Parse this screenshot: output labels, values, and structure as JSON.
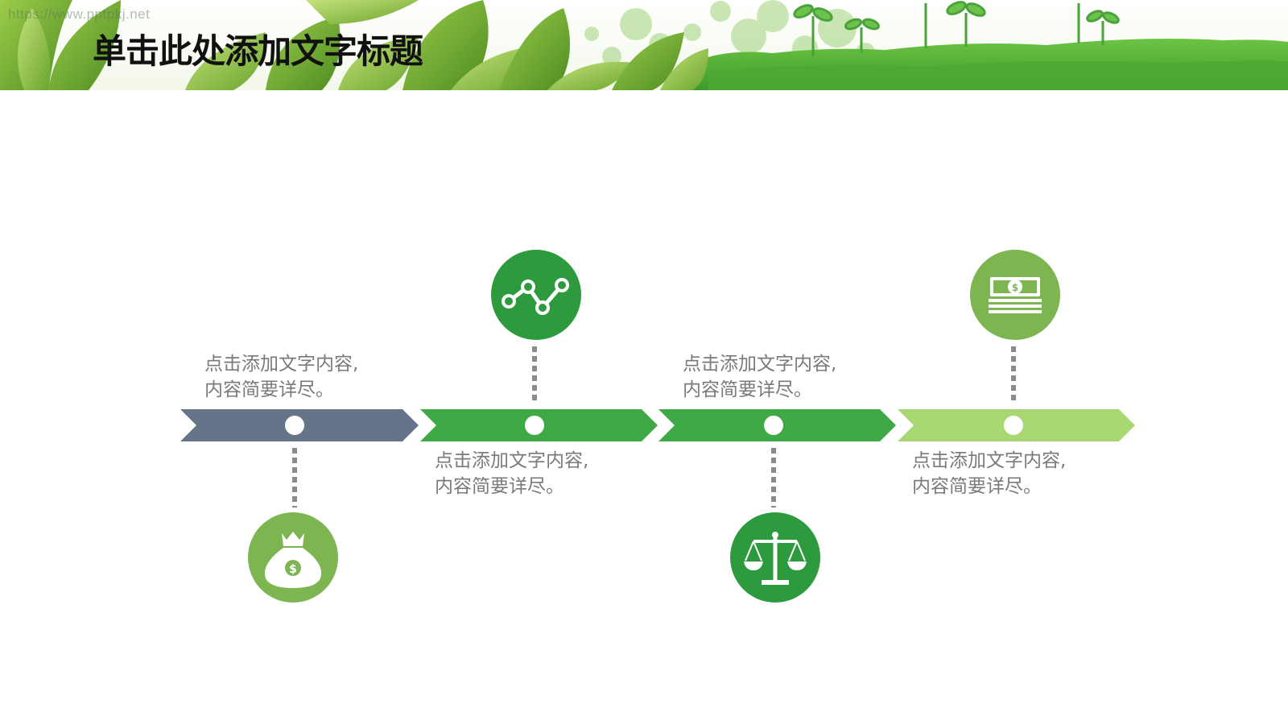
{
  "slide": {
    "title": "单击此处添加文字标题",
    "watermark": "https://www.pptpkj.net"
  },
  "colors": {
    "accent_dark_green": "#2e9a3e",
    "accent_green": "#3fa945",
    "accent_olive_green": "#7db551",
    "accent_light_green": "#a8d774",
    "accent_slate": "#667489",
    "text_gray": "#7a7a7a",
    "connector_gray": "#8a8a8a"
  },
  "timeline": {
    "steps": [
      {
        "icon": "money-bag-icon",
        "icon_position": "below",
        "line1": "点击添加文字内容,",
        "line2": "内容简要详尽。"
      },
      {
        "icon": "line-chart-icon",
        "icon_position": "above",
        "line1": "点击添加文字内容,",
        "line2": "内容简要详尽。"
      },
      {
        "icon": "scales-icon",
        "icon_position": "below",
        "line1": "点击添加文字内容,",
        "line2": "内容简要详尽。"
      },
      {
        "icon": "cash-stack-icon",
        "icon_position": "above",
        "line1": "点击添加文字内容,",
        "line2": "内容简要详尽。"
      }
    ]
  }
}
